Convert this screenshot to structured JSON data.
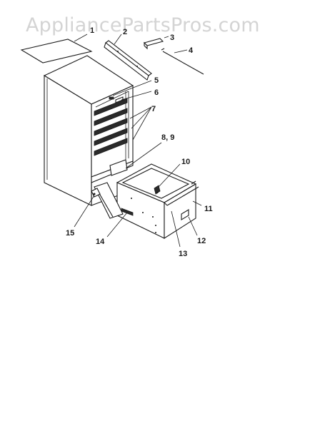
{
  "watermark": "AppliancePartsPros.com",
  "callouts": {
    "c1": "1",
    "c2": "2",
    "c3": "3",
    "c4": "4",
    "c5": "5",
    "c6": "6",
    "c7": "7",
    "c89": "8, 9",
    "c10": "10",
    "c11": "11",
    "c12": "12",
    "c13": "13",
    "c14": "14",
    "c15": "15"
  }
}
